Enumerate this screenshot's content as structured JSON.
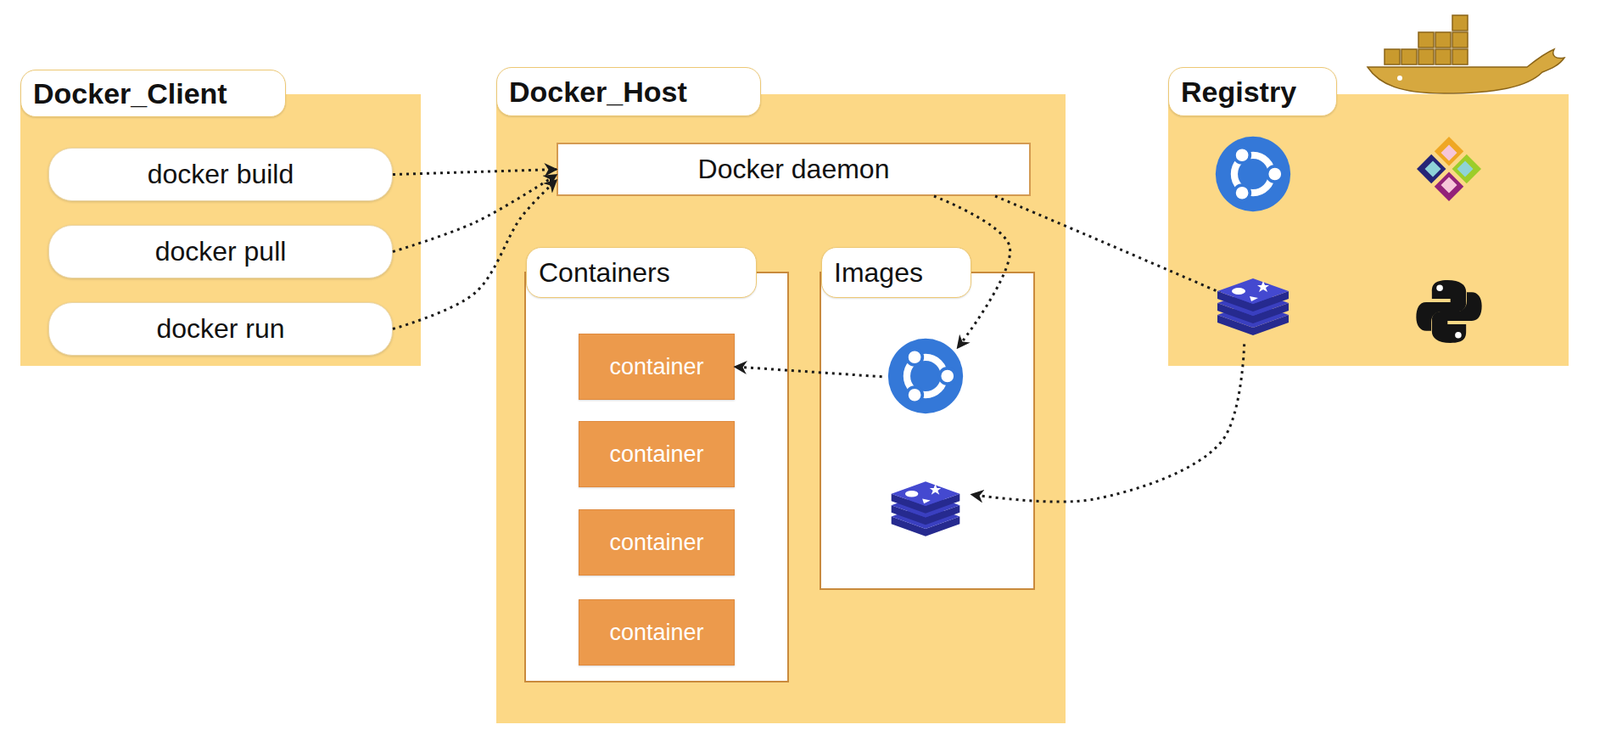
{
  "diagram": {
    "nodes": [
      {
        "text": [
          "Docker_Client"
        ]
      },
      {
        "text": [
          "docker build"
        ],
        "in": 0
      },
      {
        "text": [
          "docker pull"
        ],
        "in": 0
      },
      {
        "text": [
          "docker run"
        ],
        "in": 0
      },
      {
        "text": [
          "Docker_Host"
        ]
      },
      {
        "text": [
          "Docker daemon"
        ],
        "in": 4
      },
      {
        "text": [
          "Containers"
        ],
        "in": 4
      },
      {
        "text": [
          "container"
        ],
        "in": 6
      },
      {
        "text": [
          "container"
        ],
        "in": 6
      },
      {
        "text": [
          "container"
        ],
        "in": 6
      },
      {
        "text": [
          "container"
        ],
        "in": 6
      },
      {
        "text": [
          "Images"
        ],
        "in": 4
      },
      {
        "text": [
          "Registry"
        ]
      }
    ],
    "edges": [
      {
        "from": 1,
        "to": 5,
        "arrow": "to"
      },
      {
        "from": 2,
        "to": 5,
        "arrow": "to"
      },
      {
        "from": 3,
        "to": 5,
        "arrow": "to"
      },
      {
        "from": 5,
        "to": 11,
        "arrow": "to"
      },
      {
        "from": 5,
        "to": 12,
        "arrow": "none"
      },
      {
        "from": 12,
        "to": 11,
        "arrow": "to"
      },
      {
        "from": 11,
        "to": 7,
        "arrow": "to"
      }
    ]
  }
}
